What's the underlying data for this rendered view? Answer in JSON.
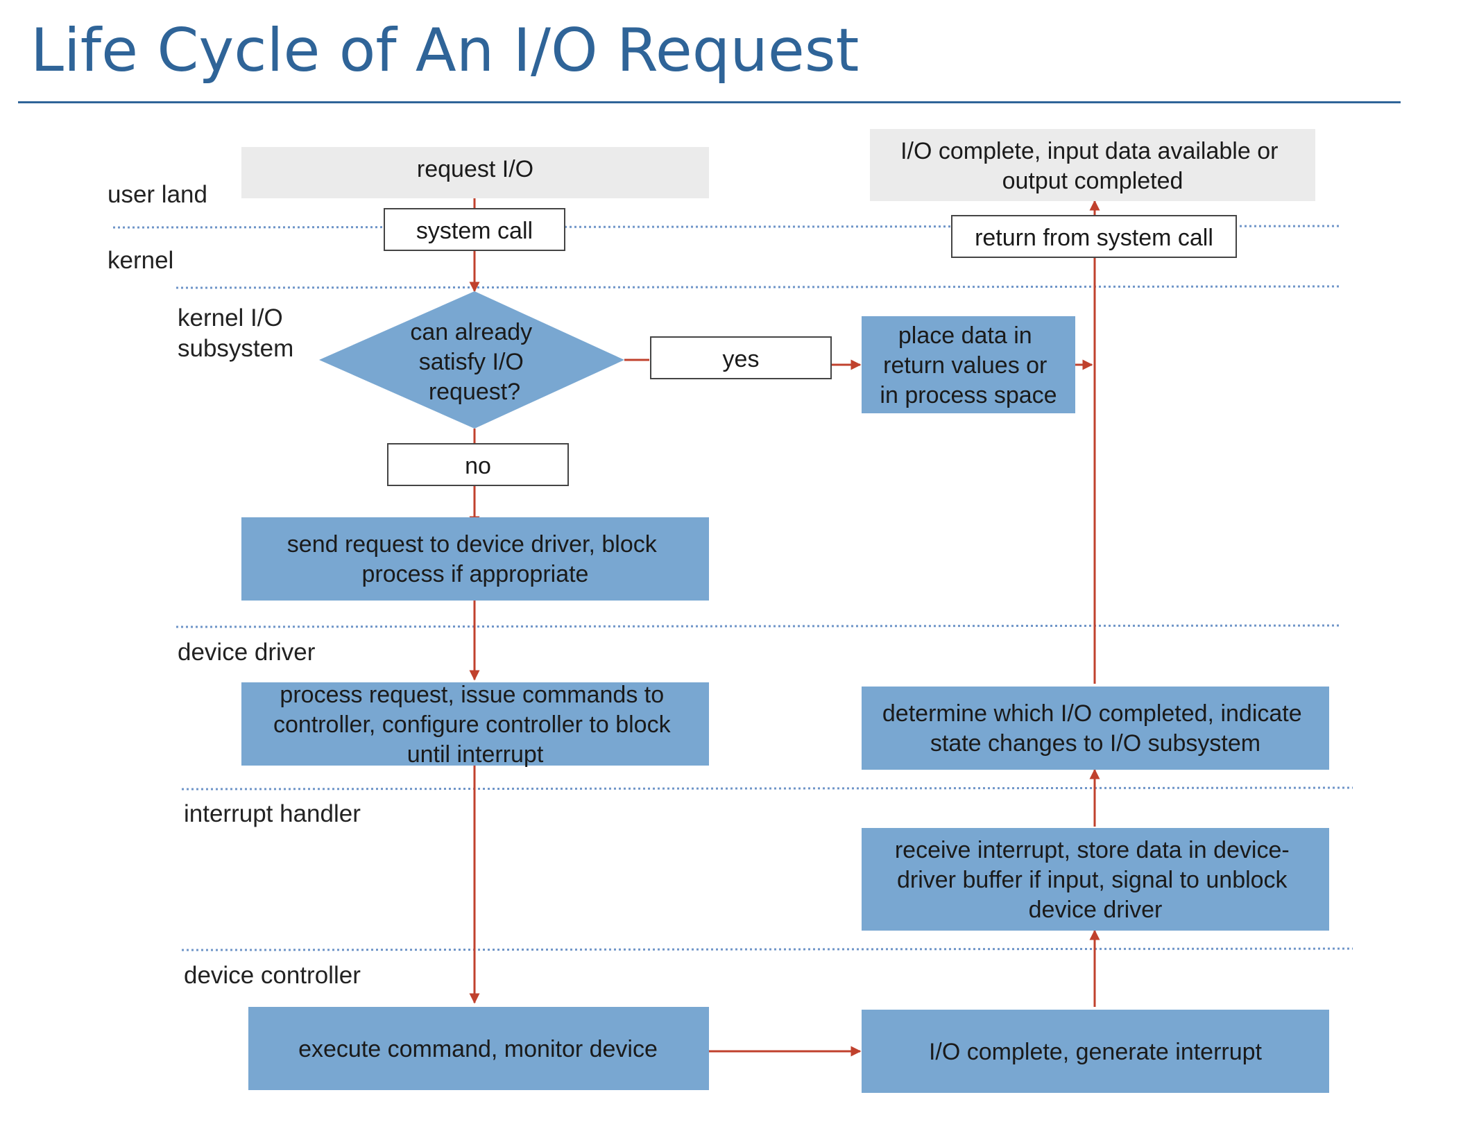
{
  "title": "Life Cycle of An I/O Request",
  "colors": {
    "title": "#2f6498",
    "box_fill": "#79a7d1",
    "user_box_fill": "#ebebeb",
    "arrow": "#c0412d",
    "separator": "#6f95c8"
  },
  "layers": {
    "user_land": "user land",
    "kernel": "kernel",
    "kernel_io_subsystem": [
      "kernel I/O",
      "subsystem"
    ],
    "device_driver": "device driver",
    "interrupt_handler": "interrupt handler",
    "device_controller": "device controller"
  },
  "nodes": {
    "request_io": [
      "request I/O"
    ],
    "system_call": [
      "system call"
    ],
    "decision": [
      "can already",
      "satisfy I/O",
      "request?"
    ],
    "yes_label": [
      "yes"
    ],
    "no_label": [
      "no"
    ],
    "place_data": [
      "place data in",
      "return values or",
      "in process space"
    ],
    "send_request": [
      "send request to device driver, block",
      "process if appropriate"
    ],
    "process_request": [
      "process request, issue commands to",
      "controller, configure controller to block",
      "until interrupt"
    ],
    "execute_command": [
      "execute command, monitor device"
    ],
    "io_complete_interrupt": [
      "I/O complete, generate interrupt"
    ],
    "receive_interrupt": [
      "receive interrupt, store data in device-",
      "driver buffer if input, signal to unblock",
      "device driver"
    ],
    "determine_completed": [
      "determine which I/O completed, indicate",
      "state changes to I/O subsystem"
    ],
    "return_syscall": [
      "return from system call"
    ],
    "io_complete_user": [
      "I/O complete, input data available or",
      "output completed"
    ]
  }
}
